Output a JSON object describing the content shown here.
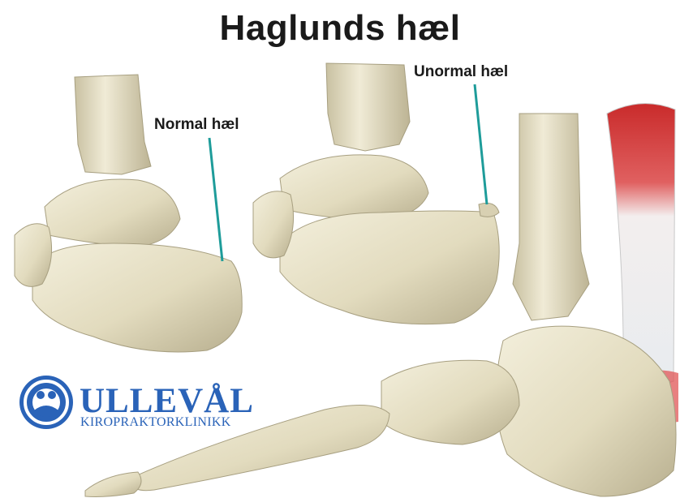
{
  "title": "Haglunds hæl",
  "labels": {
    "normal": "Normal hæl",
    "unormal": "Unormal hæl"
  },
  "logo": {
    "name": "ULLEVÅL",
    "subtitle": "KIROPRAKTORKLINIKK",
    "color": "#2a63b8"
  },
  "colors": {
    "bone": "#e6e0c6",
    "bone_shade": "#b9b193",
    "pointer": "#1e9c9a",
    "muscle": "#d83b3b",
    "tendon": "#eef0f2"
  }
}
